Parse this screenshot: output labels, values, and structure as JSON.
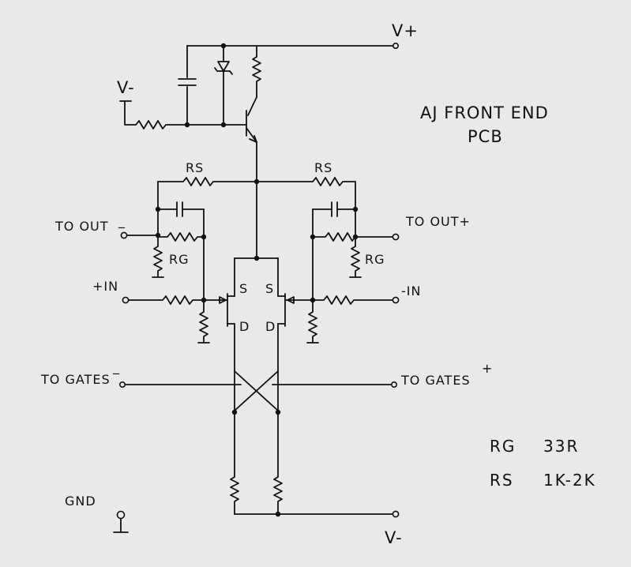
{
  "labels": {
    "vplus": "V+",
    "vminus_top": "V-",
    "vminus_bottom": "V-",
    "title_line1": "AJ FRONT END",
    "title_line2": "PCB",
    "rs_left": "RS",
    "rs_right": "RS",
    "to_out_minus": "TO OUT",
    "to_out_plus": "TO OUT+",
    "rg_left": "RG",
    "rg_right": "RG",
    "plus_in": "+IN",
    "minus_in": "-IN",
    "s_left": "S",
    "s_right": "S",
    "d_left": "D",
    "d_right": "D",
    "to_gates_minus": "TO GATES",
    "to_gates_plus": "TO GATES",
    "gnd": "GND"
  },
  "legend": [
    {
      "name": "RG",
      "value": "33R"
    },
    {
      "name": "RS",
      "value": "1K-2K"
    }
  ]
}
